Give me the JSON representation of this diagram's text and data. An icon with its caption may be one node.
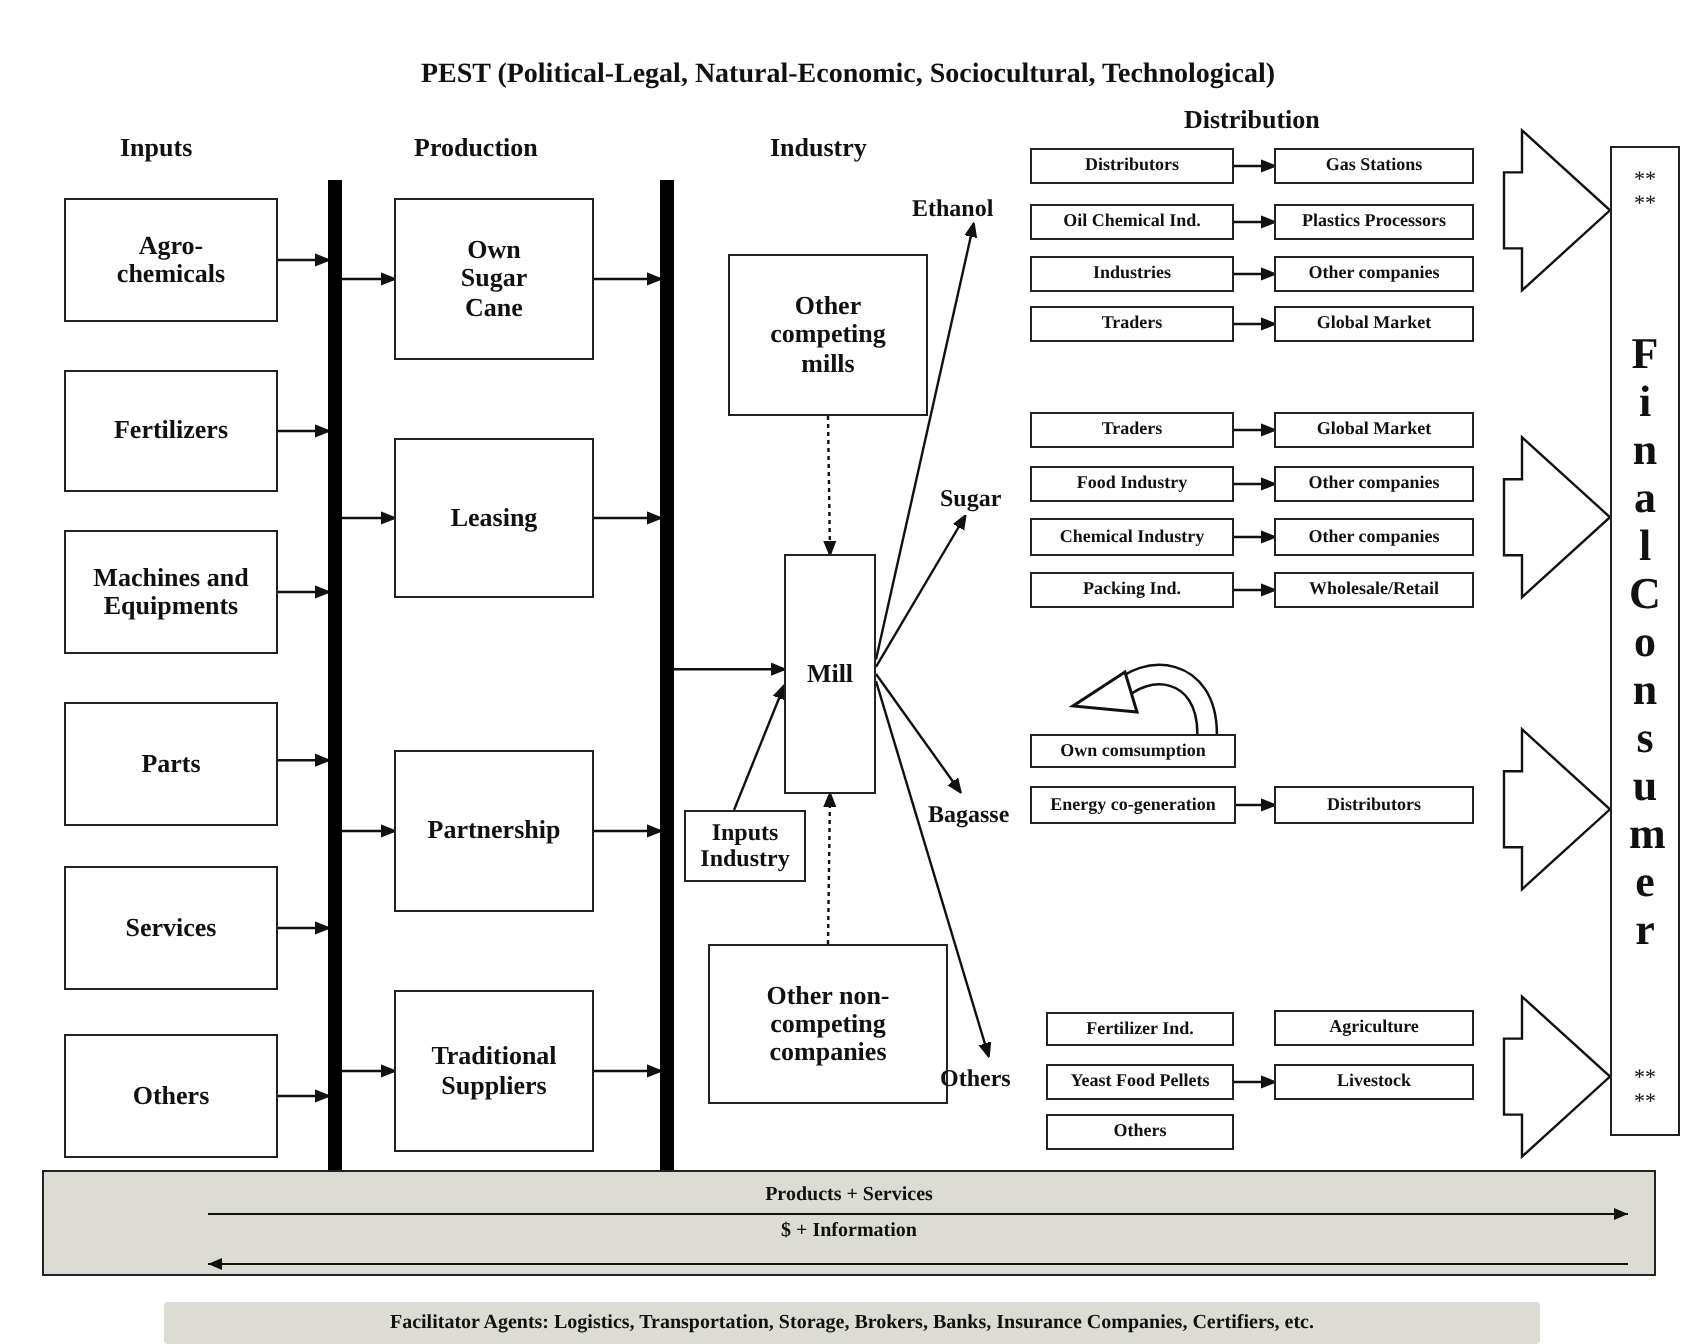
{
  "diagram": {
    "title": "PEST (Political-Legal, Natural-Economic, Sociocultural, Technological)",
    "nodes": [
      {
        "text": [
          "Agro-chemicals"
        ]
      },
      {
        "text": [
          "Fertilizers"
        ]
      },
      {
        "text": [
          "Machines and Equipments"
        ]
      },
      {
        "text": [
          "Parts"
        ]
      },
      {
        "text": [
          "Services"
        ]
      },
      {
        "text": [
          "Others"
        ]
      },
      {
        "text": [],
        "shape": "bar"
      },
      {
        "text": [
          "Own Sugar Cane"
        ]
      },
      {
        "text": [
          "Leasing"
        ]
      },
      {
        "text": [
          "Partnership"
        ]
      },
      {
        "text": [
          "Traditional Suppliers"
        ]
      },
      {
        "text": [],
        "shape": "bar"
      },
      {
        "text": [
          "Other competing mills"
        ]
      },
      {
        "text": [
          "Mill"
        ]
      },
      {
        "text": [
          "Inputs Industry"
        ]
      },
      {
        "text": [
          "Other non-competing companies"
        ]
      },
      {
        "text": [
          "Ethanol"
        ]
      },
      {
        "text": [
          "Sugar"
        ]
      },
      {
        "text": [
          "Bagasse"
        ]
      },
      {
        "text": [
          "Others"
        ]
      },
      {
        "text": [
          "Distributors"
        ]
      },
      {
        "text": [
          "Gas Stations"
        ]
      },
      {
        "text": [
          "Oil Chemical Ind."
        ]
      },
      {
        "text": [
          "Plastics Processors"
        ]
      },
      {
        "text": [
          "Industries"
        ]
      },
      {
        "text": [
          "Other companies"
        ]
      },
      {
        "text": [
          "Traders"
        ]
      },
      {
        "text": [
          "Global Market"
        ]
      },
      {
        "text": [
          "Traders"
        ]
      },
      {
        "text": [
          "Global Market"
        ]
      },
      {
        "text": [
          "Food Industry"
        ]
      },
      {
        "text": [
          "Other companies"
        ]
      },
      {
        "text": [
          "Chemical Industry"
        ]
      },
      {
        "text": [
          "Other companies"
        ]
      },
      {
        "text": [
          "Packing Ind."
        ]
      },
      {
        "text": [
          "Wholesale/Retail"
        ]
      },
      {
        "text": [
          "Own comsumption"
        ]
      },
      {
        "text": [
          "Energy co-generation"
        ]
      },
      {
        "text": [
          "Distributors"
        ]
      },
      {
        "text": [
          "Fertilizer Ind."
        ]
      },
      {
        "text": [
          "Agriculture"
        ]
      },
      {
        "text": [
          "Yeast Food Pellets"
        ]
      },
      {
        "text": [
          "Livestock"
        ]
      },
      {
        "text": [
          "Others"
        ]
      },
      {
        "text": [
          "** **",
          "Final Consumer",
          "** **"
        ]
      },
      {
        "text": [
          "Products + Services",
          "$ + Information"
        ]
      },
      {
        "text": [
          "Facilitator Agents: Logistics, Transportation, Storage, Brokers, Banks, Insurance Companies, Certifiers, etc."
        ]
      }
    ],
    "edges": [
      {
        "from": 0,
        "to": 6,
        "arrow": "to"
      },
      {
        "from": 1,
        "to": 6,
        "arrow": "to"
      },
      {
        "from": 2,
        "to": 6,
        "arrow": "to"
      },
      {
        "from": 3,
        "to": 6,
        "arrow": "to"
      },
      {
        "from": 4,
        "to": 6,
        "arrow": "to"
      },
      {
        "from": 5,
        "to": 6,
        "arrow": "to"
      },
      {
        "from": 6,
        "to": 7,
        "arrow": "to"
      },
      {
        "from": 6,
        "to": 8,
        "arrow": "to"
      },
      {
        "from": 6,
        "to": 9,
        "arrow": "to"
      },
      {
        "from": 6,
        "to": 10,
        "arrow": "to"
      },
      {
        "from": 7,
        "to": 11,
        "arrow": "to"
      },
      {
        "from": 8,
        "to": 11,
        "arrow": "to"
      },
      {
        "from": 9,
        "to": 11,
        "arrow": "to"
      },
      {
        "from": 10,
        "to": 11,
        "arrow": "to"
      },
      {
        "from": 11,
        "to": 13,
        "arrow": "to"
      },
      {
        "from": 12,
        "to": 13,
        "arrow": "to",
        "style": "dashed"
      },
      {
        "from": 15,
        "to": 13,
        "arrow": "to",
        "style": "dashed"
      },
      {
        "from": 14,
        "to": 13,
        "arrow": "to"
      },
      {
        "from": 13,
        "to": 16,
        "arrow": "to"
      },
      {
        "from": 13,
        "to": 17,
        "arrow": "to"
      },
      {
        "from": 13,
        "to": 18,
        "arrow": "to"
      },
      {
        "from": 13,
        "to": 19,
        "arrow": "to"
      },
      {
        "from": 20,
        "to": 21,
        "arrow": "to"
      },
      {
        "from": 22,
        "to": 23,
        "arrow": "to"
      },
      {
        "from": 24,
        "to": 25,
        "arrow": "to"
      },
      {
        "from": 26,
        "to": 27,
        "arrow": "to"
      },
      {
        "from": 28,
        "to": 29,
        "arrow": "to"
      },
      {
        "from": 30,
        "to": 31,
        "arrow": "to"
      },
      {
        "from": 32,
        "to": 33,
        "arrow": "to"
      },
      {
        "from": 34,
        "to": 35,
        "arrow": "to"
      },
      {
        "from": 37,
        "to": 38,
        "arrow": "to"
      },
      {
        "from": 41,
        "to": 42,
        "arrow": "to"
      },
      {
        "from": 36,
        "to": null,
        "arrow": "to",
        "style": "thick"
      },
      {
        "from": null,
        "to": 44,
        "arrow": "to",
        "style": "thick"
      },
      {
        "from": null,
        "to": 44,
        "arrow": "to",
        "style": "thick"
      },
      {
        "from": null,
        "to": 44,
        "arrow": "to",
        "style": "thick"
      },
      {
        "from": null,
        "to": 44,
        "arrow": "to",
        "style": "thick"
      }
    ],
    "labels": [
      "Inputs",
      "Production",
      "Industry",
      "Distribution"
    ]
  }
}
